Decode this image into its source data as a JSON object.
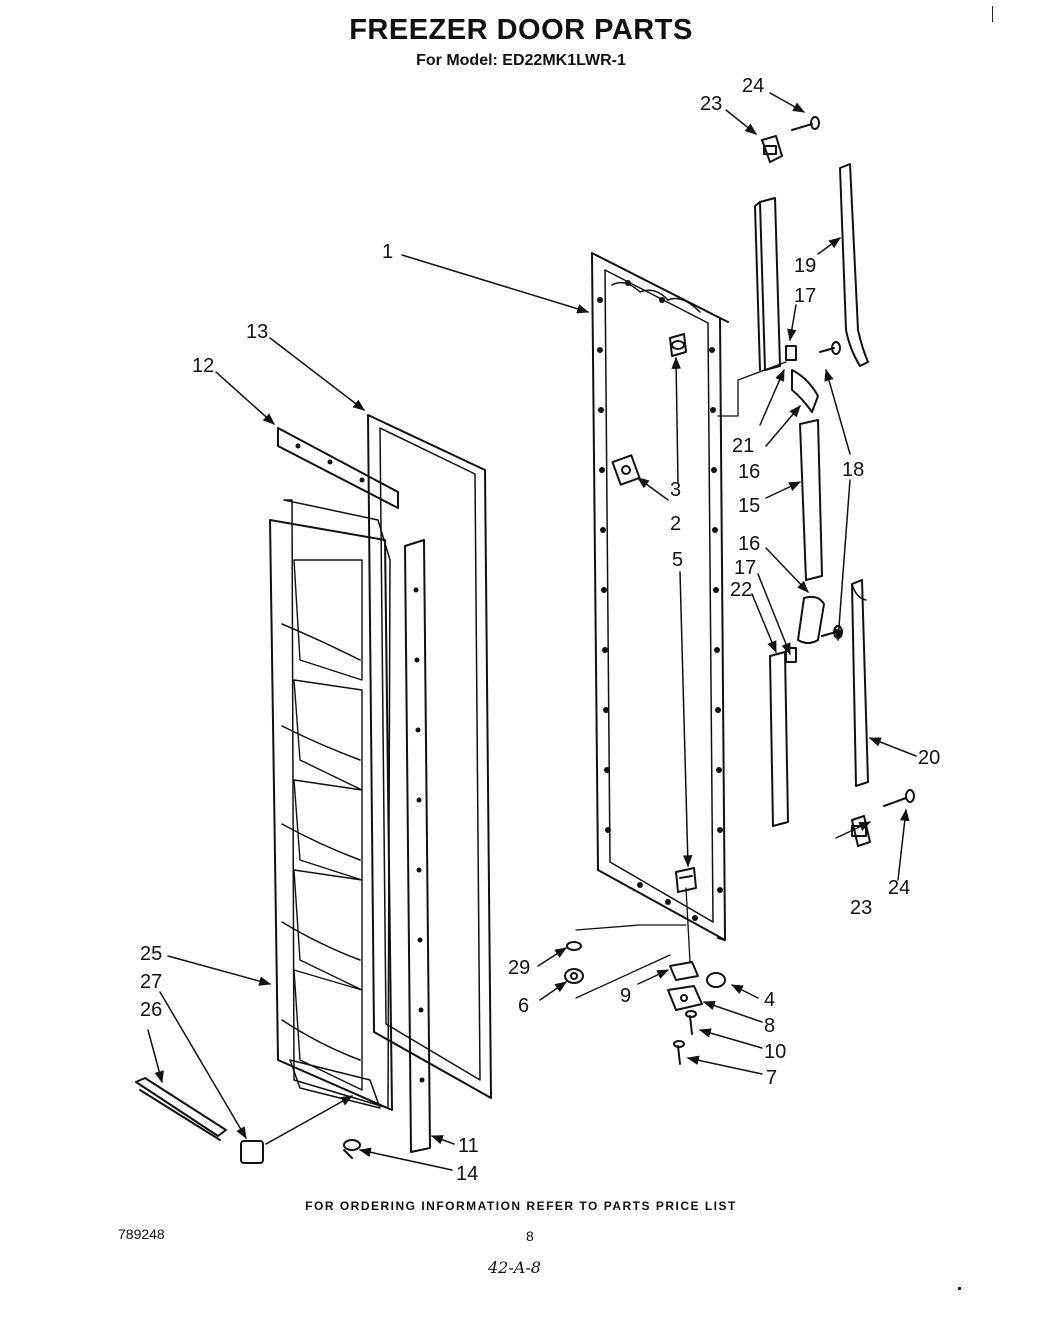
{
  "header": {
    "title": "FREEZER DOOR PARTS",
    "subtitle": "For Model: ED22MK1LWR-1"
  },
  "callouts": [
    {
      "id": "c1",
      "label": "1"
    },
    {
      "id": "c2",
      "label": "2"
    },
    {
      "id": "c3",
      "label": "3"
    },
    {
      "id": "c4",
      "label": "4"
    },
    {
      "id": "c5",
      "label": "5"
    },
    {
      "id": "c6",
      "label": "6"
    },
    {
      "id": "c7",
      "label": "7"
    },
    {
      "id": "c8",
      "label": "8"
    },
    {
      "id": "c9",
      "label": "9"
    },
    {
      "id": "c10",
      "label": "10"
    },
    {
      "id": "c11",
      "label": "11"
    },
    {
      "id": "c12",
      "label": "12"
    },
    {
      "id": "c13",
      "label": "13"
    },
    {
      "id": "c14",
      "label": "14"
    },
    {
      "id": "c15",
      "label": "15"
    },
    {
      "id": "c16a",
      "label": "16"
    },
    {
      "id": "c16b",
      "label": "16"
    },
    {
      "id": "c17a",
      "label": "17"
    },
    {
      "id": "c17b",
      "label": "17"
    },
    {
      "id": "c18",
      "label": "18"
    },
    {
      "id": "c19",
      "label": "19"
    },
    {
      "id": "c20",
      "label": "20"
    },
    {
      "id": "c21",
      "label": "21"
    },
    {
      "id": "c22",
      "label": "22"
    },
    {
      "id": "c23a",
      "label": "23"
    },
    {
      "id": "c23b",
      "label": "23"
    },
    {
      "id": "c24a",
      "label": "24"
    },
    {
      "id": "c24b",
      "label": "24"
    },
    {
      "id": "c25",
      "label": "25"
    },
    {
      "id": "c26",
      "label": "26"
    },
    {
      "id": "c27",
      "label": "27"
    },
    {
      "id": "c29",
      "label": "29"
    }
  ],
  "footer": {
    "ordering_note": "FOR ORDERING INFORMATION REFER TO PARTS PRICE LIST",
    "doc_id": "789248",
    "page_number": "8",
    "handwritten_note": "42-A-8"
  }
}
